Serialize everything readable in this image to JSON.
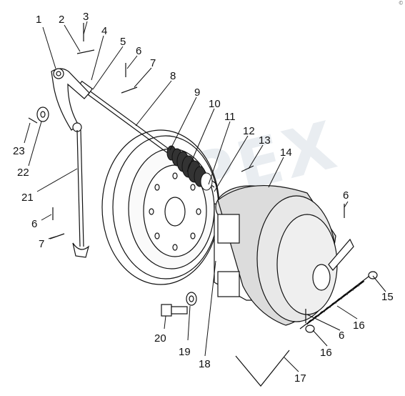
{
  "watermark": "OPEX",
  "corner_mark": "©",
  "labels": [
    {
      "id": "1",
      "text": "1"
    },
    {
      "id": "2",
      "text": "2"
    },
    {
      "id": "3",
      "text": "3"
    },
    {
      "id": "4",
      "text": "4"
    },
    {
      "id": "5",
      "text": "5"
    },
    {
      "id": "6a",
      "text": "6"
    },
    {
      "id": "7a",
      "text": "7"
    },
    {
      "id": "8",
      "text": "8"
    },
    {
      "id": "9",
      "text": "9"
    },
    {
      "id": "10",
      "text": "10"
    },
    {
      "id": "11",
      "text": "11"
    },
    {
      "id": "12",
      "text": "12"
    },
    {
      "id": "13",
      "text": "13"
    },
    {
      "id": "14",
      "text": "14"
    },
    {
      "id": "6b",
      "text": "6"
    },
    {
      "id": "15",
      "text": "15"
    },
    {
      "id": "16a",
      "text": "16"
    },
    {
      "id": "6c",
      "text": "6"
    },
    {
      "id": "16b",
      "text": "16"
    },
    {
      "id": "17",
      "text": "17"
    },
    {
      "id": "18",
      "text": "18"
    },
    {
      "id": "19",
      "text": "19"
    },
    {
      "id": "20",
      "text": "20"
    },
    {
      "id": "7b",
      "text": "7"
    },
    {
      "id": "6d",
      "text": "6"
    },
    {
      "id": "21",
      "text": "21"
    },
    {
      "id": "22",
      "text": "22"
    },
    {
      "id": "23",
      "text": "23"
    }
  ]
}
